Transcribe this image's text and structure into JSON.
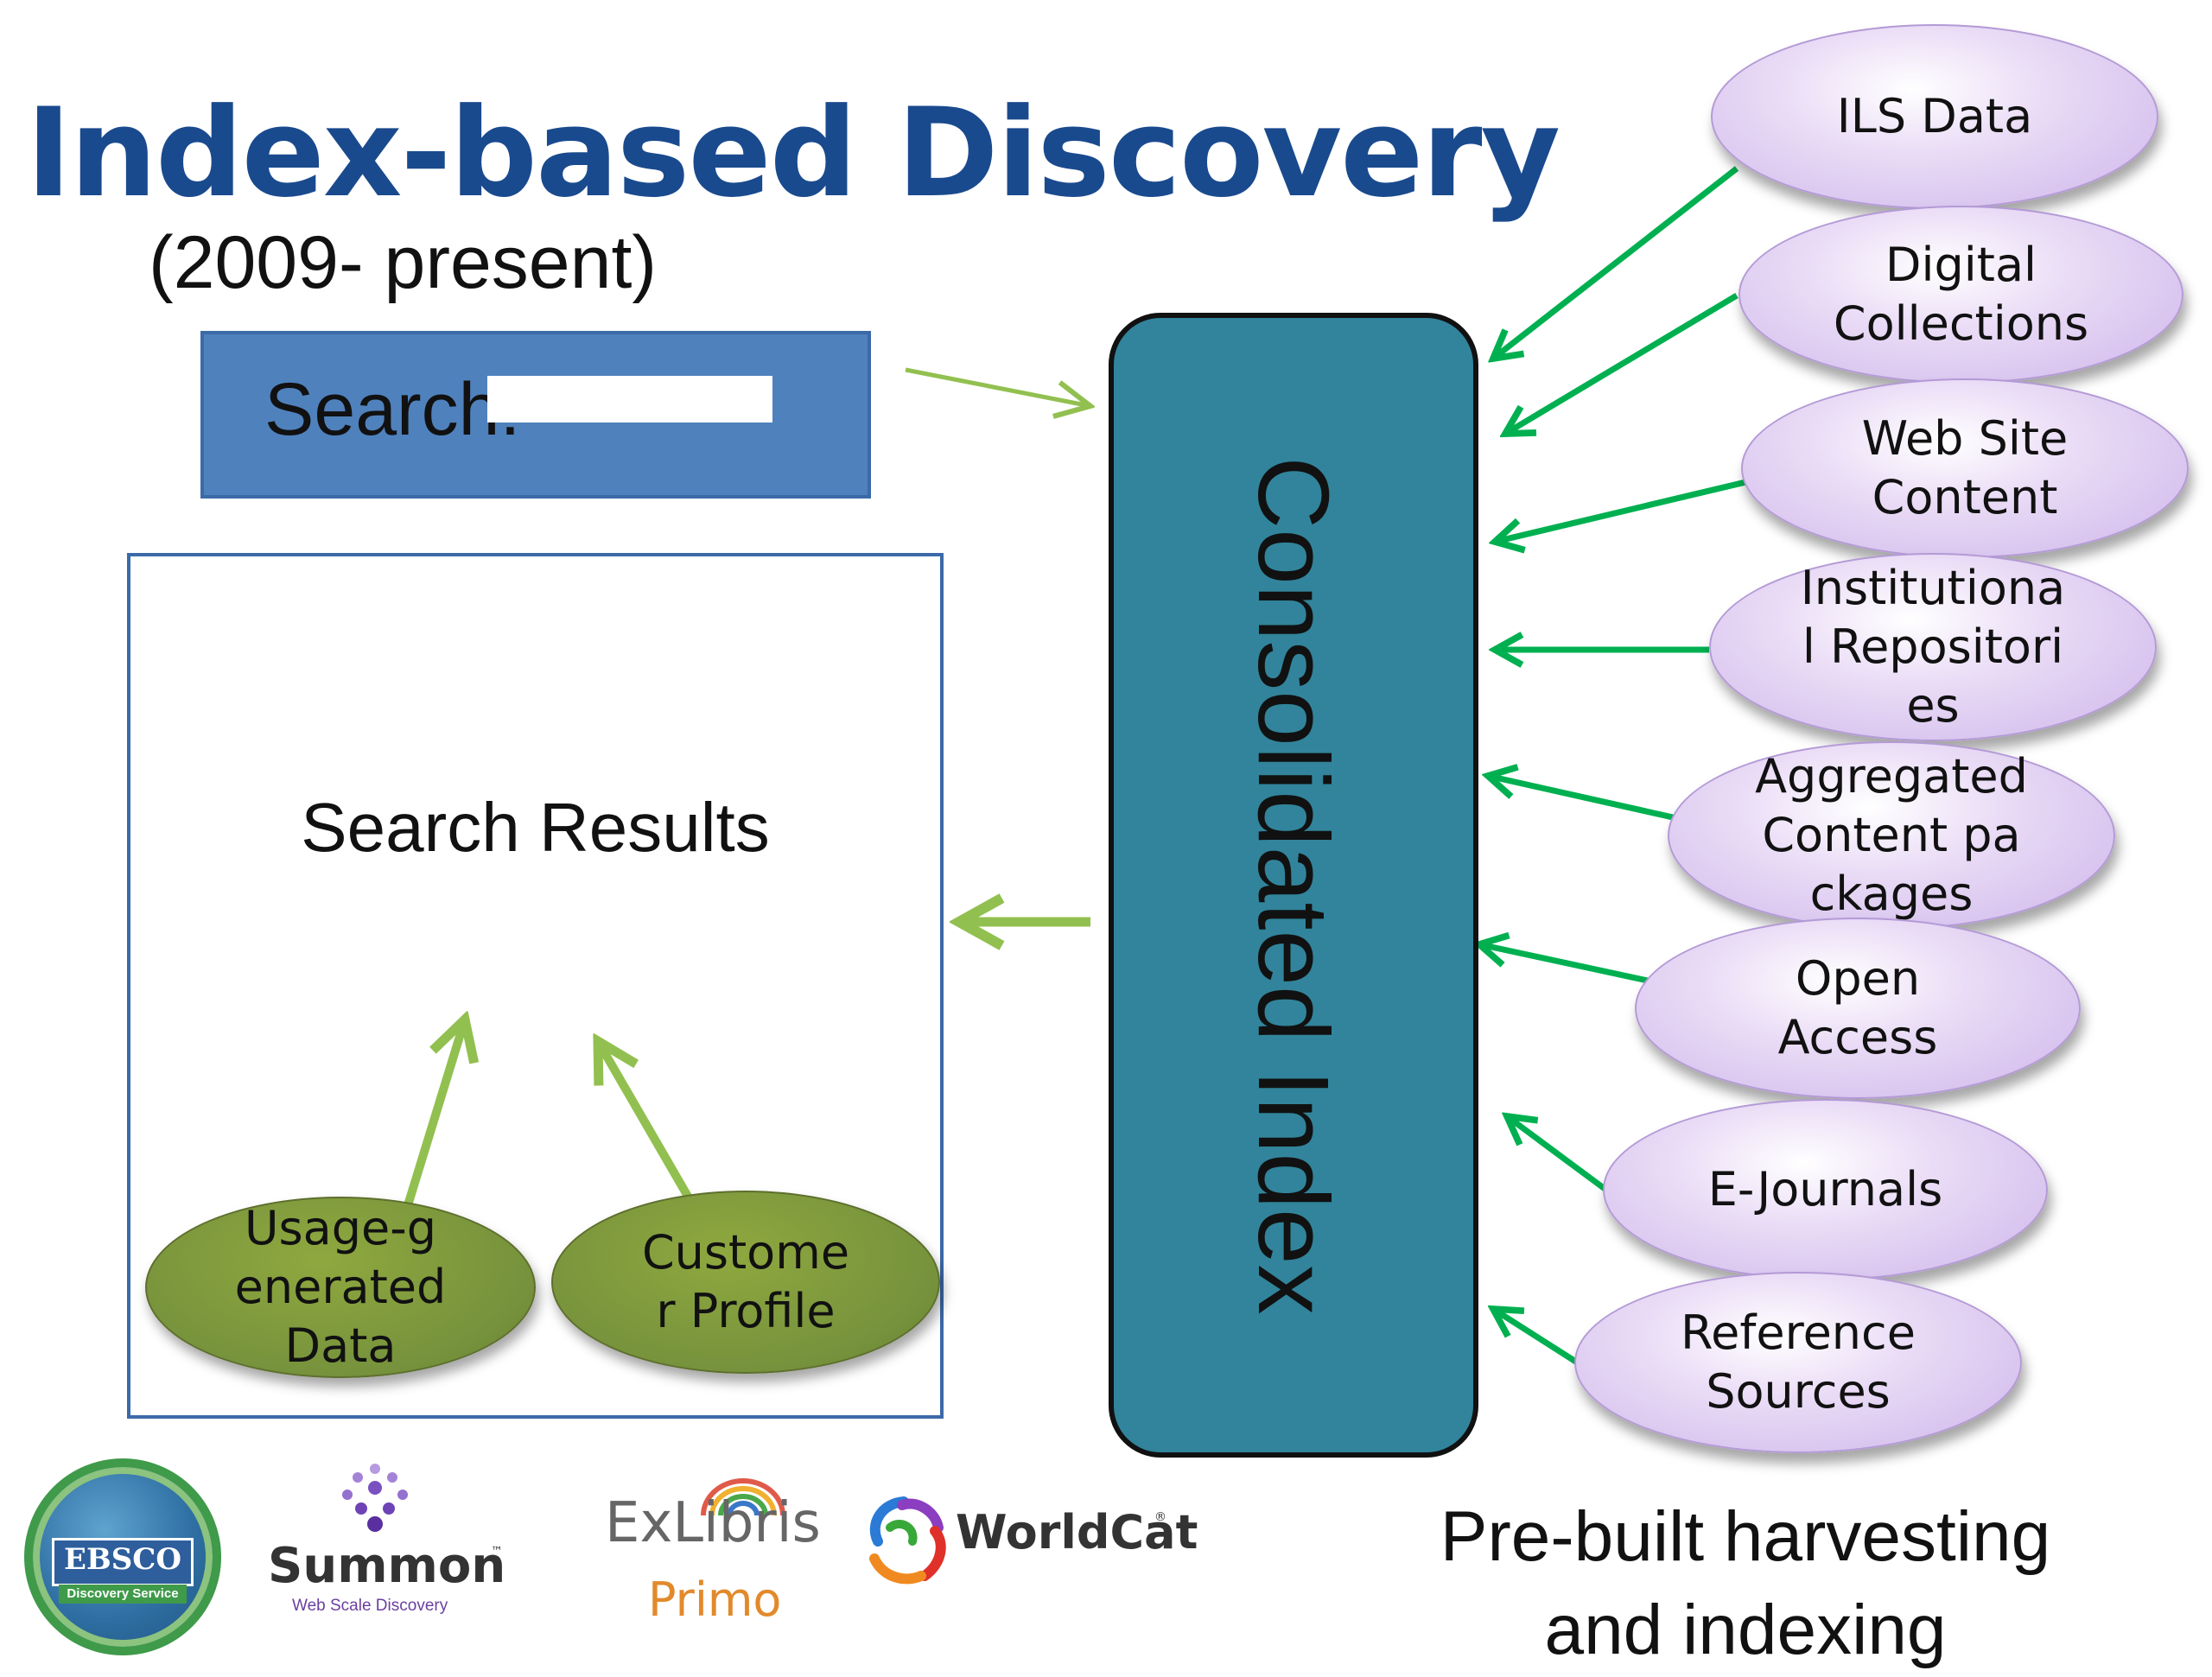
{
  "slide": {
    "title": "Index-based Discovery",
    "subtitle": "(2009- present)"
  },
  "search": {
    "label": "Search:",
    "value": ""
  },
  "results": {
    "title": "Search Results"
  },
  "index": {
    "label": "Consolidated Index"
  },
  "sources": [
    {
      "label": "ILS Data"
    },
    {
      "label": "Digital\nCollections"
    },
    {
      "label": "Web Site\nContent"
    },
    {
      "label": "Institutional Repositories"
    },
    {
      "label": "Aggregated Content packages"
    },
    {
      "label": "Open\nAccess"
    },
    {
      "label": "E-Journals"
    },
    {
      "label": "Reference\nSources"
    }
  ],
  "factors": [
    {
      "label": "Usage-generated Data"
    },
    {
      "label": "Customer Profile"
    }
  ],
  "caption": "Pre-built harvesting and indexing",
  "vendors": {
    "ebsco": {
      "name": "EBSCO",
      "tagline": "Discovery Service"
    },
    "summon": {
      "name": "Summon",
      "tm": "™",
      "tagline": "Web Scale Discovery"
    },
    "exlibris": {
      "name": "ExLibris",
      "product": "Primo"
    },
    "worldcat": {
      "name": "WorldCat",
      "reg": "®"
    }
  },
  "colors": {
    "title": "#1a4a8e",
    "search_box": "#4f81bd",
    "index_box": "#31849b",
    "source_fill": "#cdb5ea",
    "factor_fill": "#76923c",
    "arrow_green": "#00b050",
    "arrow_light_green": "#92c050"
  }
}
